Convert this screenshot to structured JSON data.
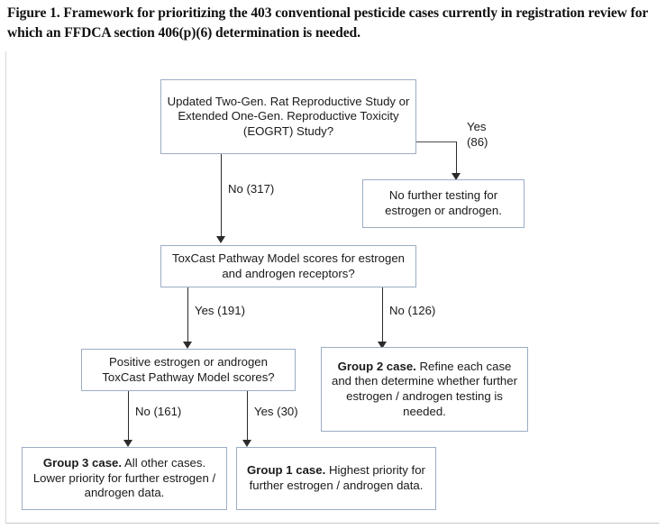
{
  "figure": {
    "caption": "Figure 1. Framework for prioritizing the 403 conventional pesticide cases currently in registration review for which an FFDCA section 406(p)(6) determination is needed.",
    "colors": {
      "box_border": "#9badc4",
      "connector": "#2b2b2b",
      "text": "#1a1a1a",
      "background": "#ffffff"
    }
  },
  "nodes": {
    "eogrt_question": {
      "text": "Updated Two-Gen. Rat Reproductive Study or Extended One-Gen. Reproductive Toxicity (EOGRT) Study?"
    },
    "no_further_testing": {
      "text": "No further testing for estrogen or androgen."
    },
    "toxcast_question": {
      "text": "ToxCast Pathway Model scores for estrogen and androgen receptors?"
    },
    "positive_scores_question": {
      "text": "Positive estrogen or androgen ToxCast Pathway Model scores?"
    },
    "group2": {
      "label": "Group 2 case.",
      "text": " Refine each case and then determine whether further estrogen / androgen testing is needed."
    },
    "group3": {
      "label": "Group 3 case.",
      "text": " All other cases. Lower priority for further estrogen / androgen data."
    },
    "group1": {
      "label": "Group 1 case.",
      "text": " Highest priority for further estrogen / androgen data."
    }
  },
  "edges": {
    "eogrt_yes": "Yes\n(86)",
    "eogrt_no": "No (317)",
    "toxcast_yes": "Yes (191)",
    "toxcast_no": "No (126)",
    "positive_no": "No (161)",
    "positive_yes": "Yes (30)"
  }
}
